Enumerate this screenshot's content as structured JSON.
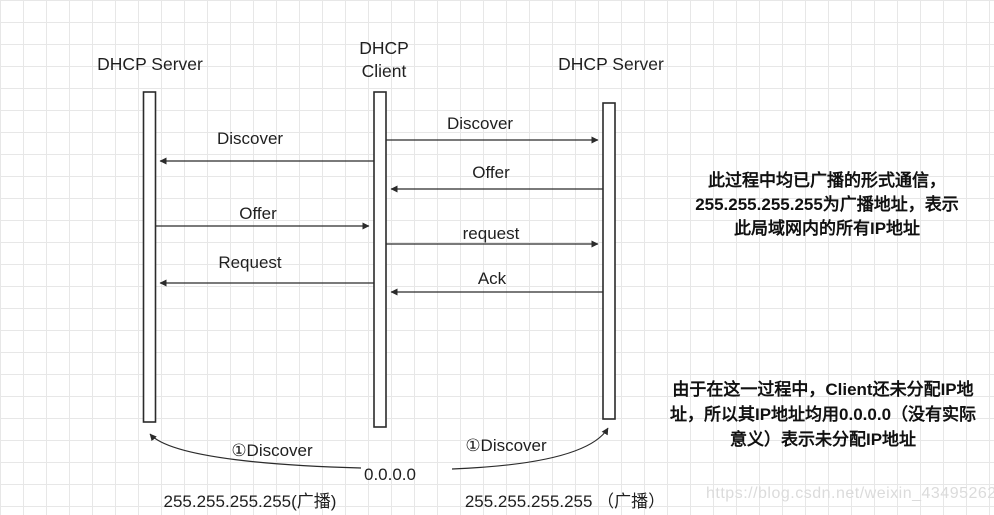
{
  "diagram": {
    "actors": {
      "server_left": "DHCP Server",
      "client": "DHCP Client",
      "server_right": "DHCP Server"
    },
    "messages": {
      "left_discover": "Discover",
      "left_offer": "Offer",
      "left_request": "Request",
      "right_discover": "Discover",
      "right_offer": "Offer",
      "right_request": "request",
      "right_ack": "Ack"
    },
    "bottom": {
      "left_curve_label": "①Discover",
      "right_curve_label": "①Discover",
      "client_ip": "0.0.0.0",
      "left_broadcast": "255.255.255.255(广播)",
      "right_broadcast": "255.255.255.255 （广播）"
    },
    "notes": {
      "broadcast_note": {
        "line1": "此过程中均已广播的形式通信，",
        "line2": "255.255.255.255为广播地址，表示",
        "line3": "此局域网内的所有IP地址"
      },
      "ip_note": {
        "line1": "由于在这一过程中，Client还未分配IP地",
        "line2": "址，所以其IP地址均用0.0.0.0（没有实际",
        "line3": "意义）表示未分配IP地址"
      }
    },
    "watermark": "https://blog.csdn.net/weixin_43495262",
    "colors": {
      "stroke": "#2b2b2b",
      "grid": "#e7e7e7",
      "watermark": "#dbdbdb"
    }
  }
}
